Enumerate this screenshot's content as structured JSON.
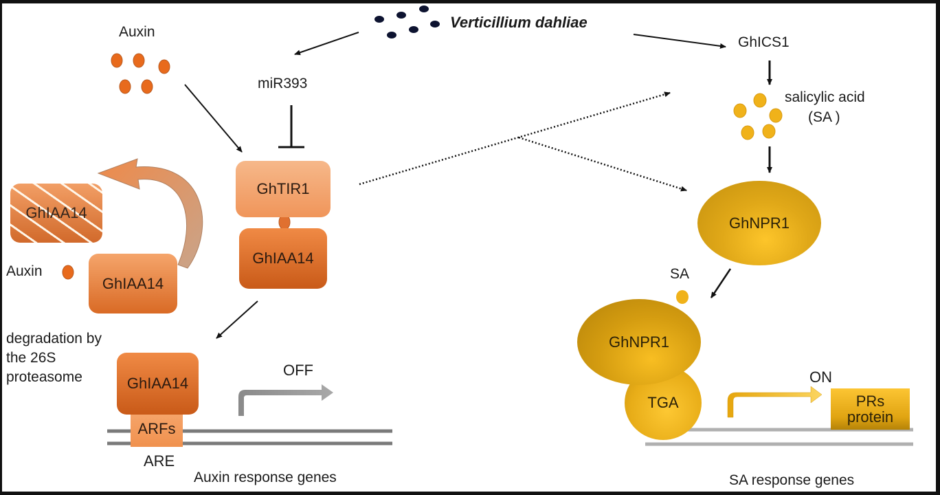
{
  "figure": {
    "pathogen": {
      "label": "Verticillium dahliae"
    },
    "auxin_pathway": {
      "auxin_label": "Auxin",
      "mirna_label": "miR393",
      "receptor_label": "GhTIR1",
      "repressor_label": "GhIAA14",
      "degraded_label": "GhIAA14",
      "free_repressor_label": "GhIAA14",
      "auxin_single_label": "Auxin",
      "degradation_note": [
        "degradation by",
        "the 26S",
        "proteasome"
      ],
      "bound_repressor_label": "GhIAA14",
      "arf_label": "ARFs",
      "element_label": "ARE",
      "state_label": "OFF",
      "genes_label": "Auxin response genes"
    },
    "sa_pathway": {
      "enzyme_label": "GhICS1",
      "sa_label_line1": "salicylic acid",
      "sa_label_line2": "(SA )",
      "npr1_label": "GhNPR1",
      "sa_small_label": "SA",
      "npr1_bound_label": "GhNPR1",
      "tga_label": "TGA",
      "state_label": "ON",
      "product_label_line1": "PRs",
      "product_label_line2": "protein",
      "genes_label": "SA response genes"
    },
    "colors": {
      "auxin": "#e86a1c",
      "salicylic_acid": "#f0b21a",
      "pathogen": "#0d1330",
      "frame": "#111111",
      "dna": "#7a7a7a"
    }
  }
}
